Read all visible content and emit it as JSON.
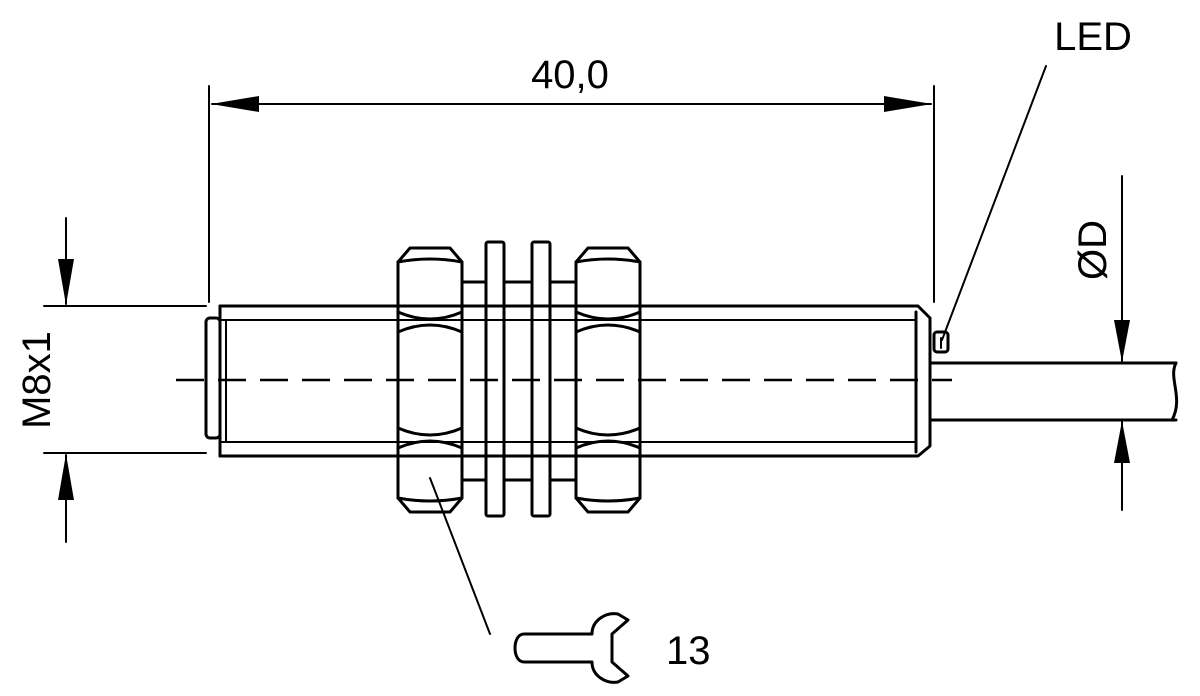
{
  "labels": {
    "length": "40,0",
    "led": "LED",
    "thread": "M8x1",
    "diameter": "ØD",
    "wrench_size": "13"
  }
}
